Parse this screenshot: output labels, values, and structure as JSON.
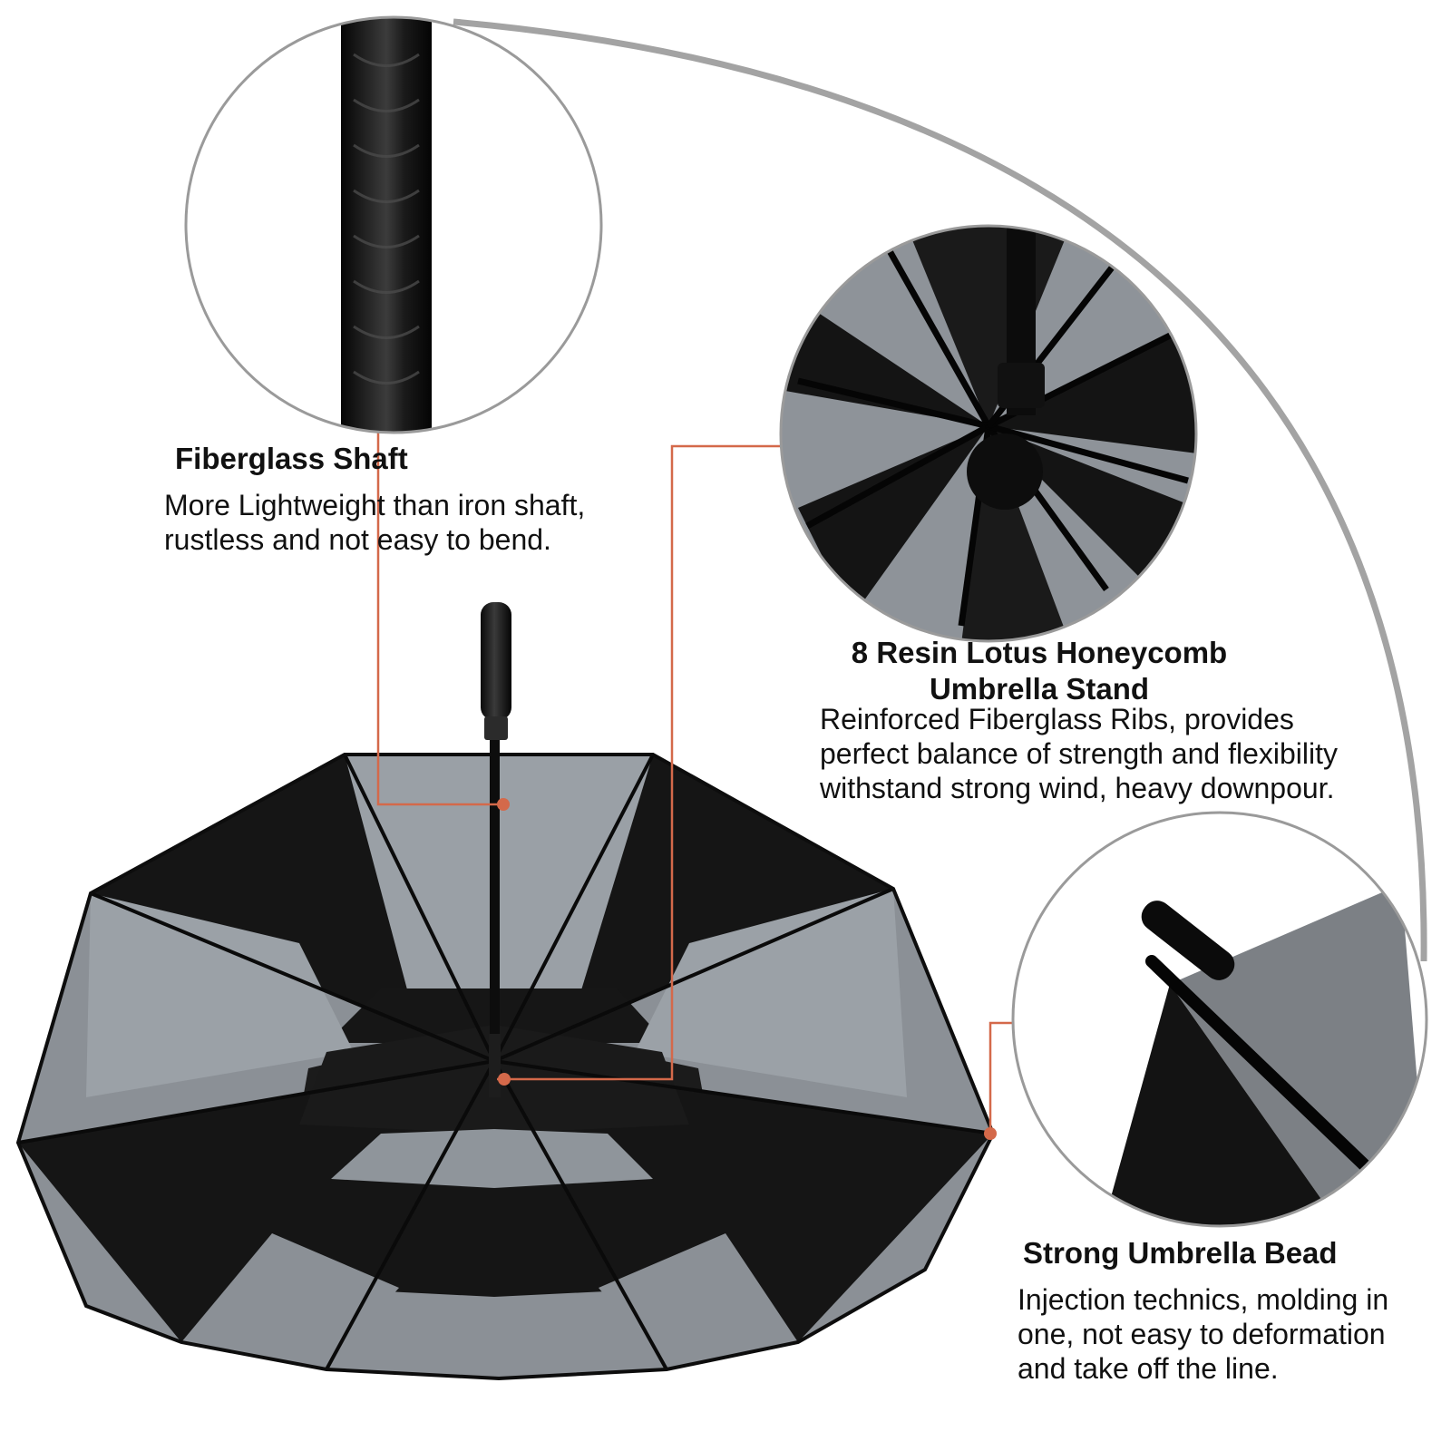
{
  "colors": {
    "canopy_black": "#151515",
    "canopy_grey": "#8b9096",
    "callout_line": "#d4694a",
    "arc": "#a3a3a3",
    "text": "#111111"
  },
  "features": {
    "shaft": {
      "title": "Fiberglass Shaft",
      "desc": [
        "More Lightweight than iron shaft,",
        "rustless and not easy to bend."
      ]
    },
    "stand": {
      "title": [
        "8 Resin Lotus Honeycomb",
        "Umbrella Stand"
      ],
      "desc": [
        "Reinforced Fiberglass Ribs, provides",
        "perfect balance of strength and flexibility",
        "withstand strong wind, heavy downpour."
      ]
    },
    "bead": {
      "title": "Strong Umbrella Bead",
      "desc": [
        "Injection technics, molding in",
        "one, not easy to deformation",
        "and take off the line."
      ]
    }
  }
}
